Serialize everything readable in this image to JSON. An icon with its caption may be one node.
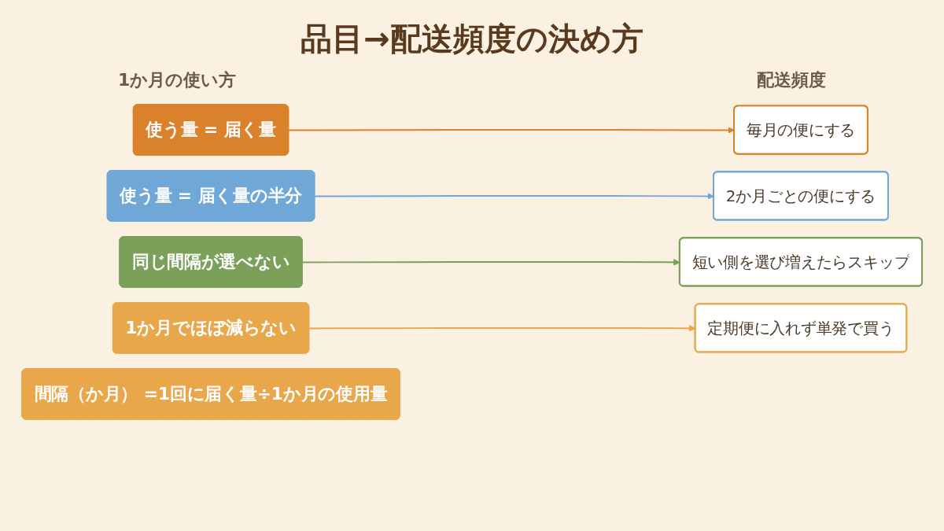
{
  "diagram": {
    "title": "品目→配送頻度の決め方",
    "nodes": [
      {
        "text": [
          "使う量 = 届く量"
        ]
      },
      {
        "text": [
          "毎月の便にする"
        ]
      },
      {
        "text": [
          "使う量 = 届く量の半分"
        ]
      },
      {
        "text": [
          "2か月ごとの便にする"
        ]
      },
      {
        "text": [
          "同じ間隔が選べない"
        ]
      },
      {
        "text": [
          "短い側を選び増えたらスキップ"
        ]
      },
      {
        "text": [
          "1か月でほぼ減らない"
        ]
      },
      {
        "text": [
          "定期便に入れず単発で買う"
        ]
      },
      {
        "text": [
          "間隔（か月） =1回に届く量÷1か月の使用量"
        ]
      }
    ],
    "edges": [
      {
        "from": 0,
        "to": 1,
        "arrow": "to",
        "color": "#d9822b"
      },
      {
        "from": 2,
        "to": 3,
        "arrow": "to",
        "color": "#6fa8d6"
      },
      {
        "from": 4,
        "to": 5,
        "arrow": "to",
        "color": "#7aa05a"
      },
      {
        "from": 6,
        "to": 7,
        "arrow": "to",
        "color": "#e8a74a"
      }
    ],
    "labels": [
      "1か月の使い方",
      "配送頻度"
    ]
  }
}
